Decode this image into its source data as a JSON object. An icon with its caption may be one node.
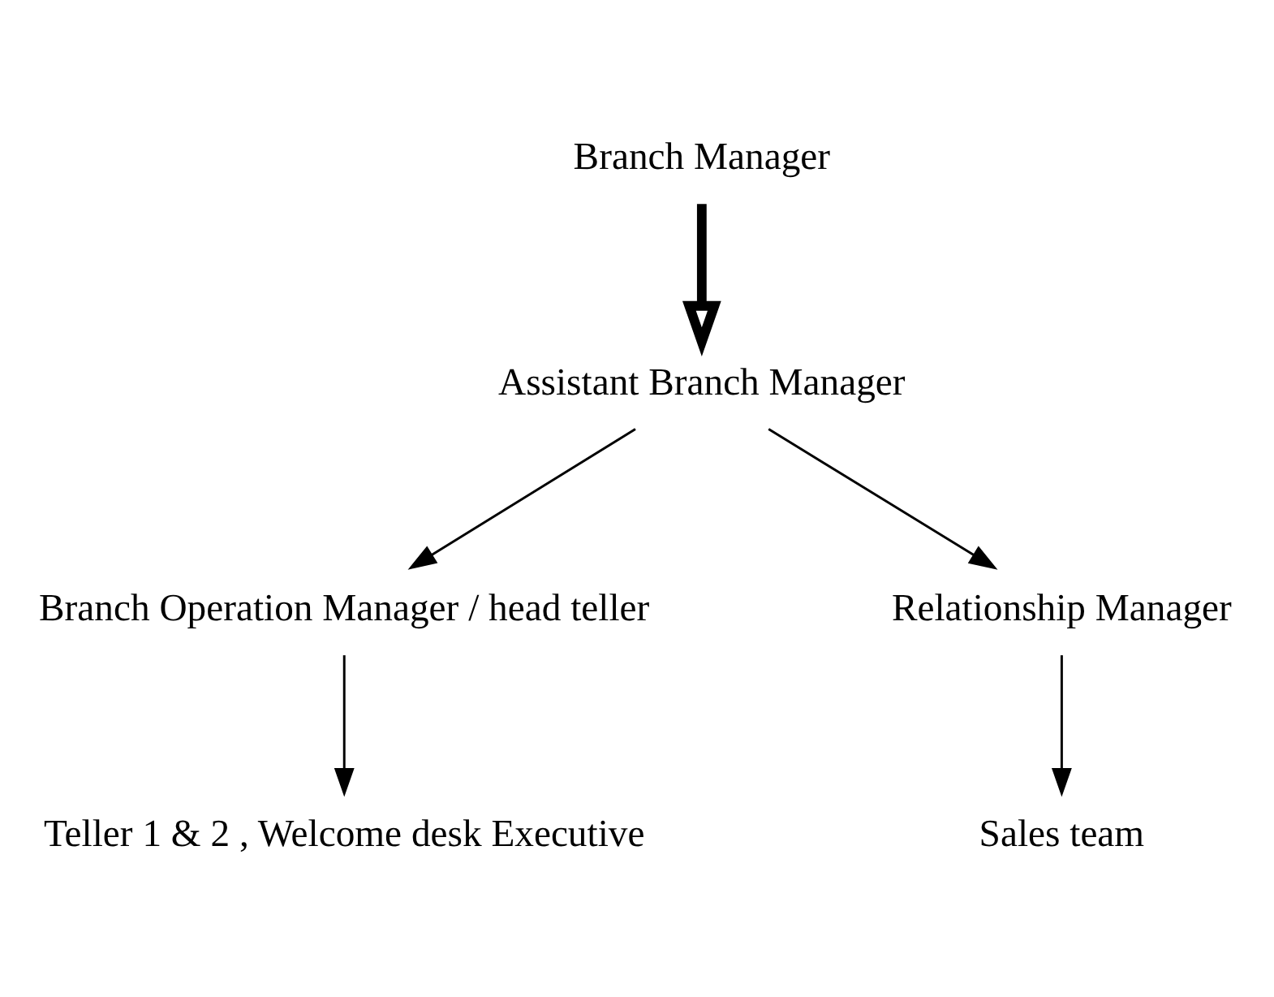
{
  "diagram": {
    "nodes": [
      {
        "text": [
          "Branch Manager"
        ]
      },
      {
        "text": [
          "Assistant Branch Manager"
        ]
      },
      {
        "text": [
          "Branch Operation Manager / head teller"
        ]
      },
      {
        "text": [
          "Relationship Manager"
        ]
      },
      {
        "text": [
          "Teller 1 & 2 , Welcome desk Executive"
        ]
      },
      {
        "text": [
          "Sales team"
        ]
      }
    ],
    "edges": [
      {
        "from": 0,
        "to": 1,
        "arrow": "to",
        "style": "thick"
      },
      {
        "from": 1,
        "to": 2,
        "arrow": "to"
      },
      {
        "from": 1,
        "to": 3,
        "arrow": "to"
      },
      {
        "from": 2,
        "to": 4,
        "arrow": "to"
      },
      {
        "from": 3,
        "to": 5,
        "arrow": "to"
      }
    ]
  }
}
